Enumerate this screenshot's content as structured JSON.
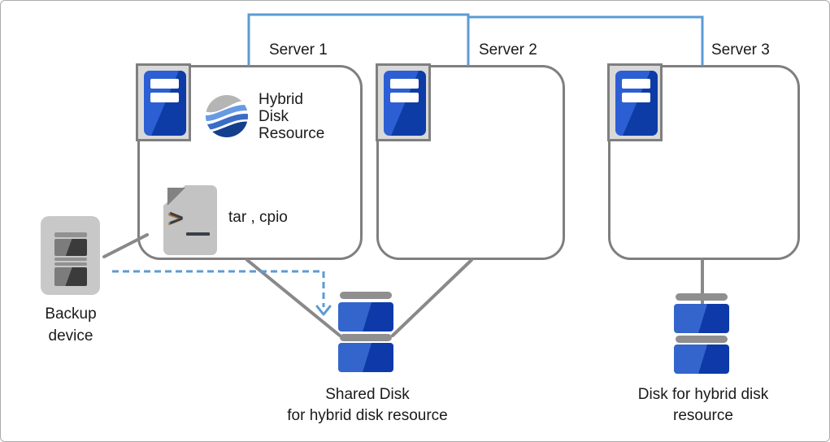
{
  "servers": [
    {
      "label": "Server 1"
    },
    {
      "label": "Server 2"
    },
    {
      "label": "Server 3"
    }
  ],
  "labels": {
    "hybrid_disk_resource": "Hybrid Disk Resource",
    "tar_cpio": "tar , cpio",
    "backup_device": "Backup device",
    "shared_disk_line1": "Shared Disk",
    "shared_disk_line2": "for hybrid disk resource",
    "hybrid_disk_line1": "Disk for hybrid disk",
    "hybrid_disk_line2": "resource"
  },
  "icons": {
    "server": "server-tower-icon",
    "hybrid_disk_resource": "globe-waves-icon",
    "script_file": "shell-script-file-icon",
    "backup_device": "backup-tape-device-icon",
    "shared_disk": "disk-stack-icon",
    "hybrid_disk": "disk-stack-icon"
  },
  "colors": {
    "network_line_blue": "#5b9bd5",
    "dashed_arrow_blue": "#5b9bd5",
    "connector_gray": "#898989",
    "box_border_gray": "#7f7f7f",
    "server_blue_light": "#2c5fd3",
    "server_blue_dark": "#0e3ca6",
    "disk_blue_light": "#3465cd",
    "disk_blue_dark": "#0d3aa8",
    "icon_frame_gray": "#d9d9d9",
    "device_gray": "#c8c8c8",
    "text": "#1a1a1a"
  }
}
